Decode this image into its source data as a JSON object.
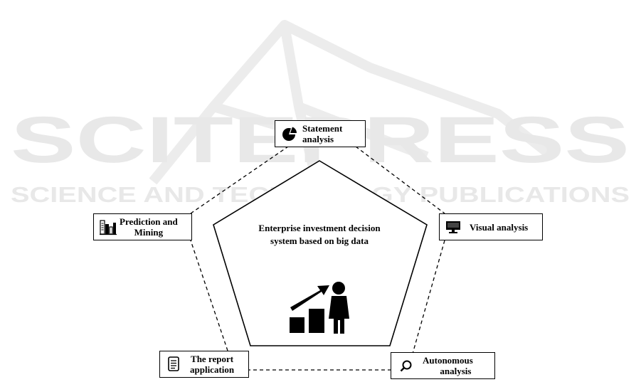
{
  "watermark": {
    "line1": "SCITEPRESS",
    "line2": "SCIENCE AND TECHNOLOGY PUBLICATIONS",
    "color": "#e6e6e6"
  },
  "center": {
    "title_line1": "Enterprise investment decision",
    "title_line2": "system based on big data",
    "icon": "growth-person-icon"
  },
  "nodes": {
    "statement": {
      "line1": "Statement",
      "line2": "analysis",
      "icon": "pie-chart-icon"
    },
    "visual": {
      "line1": "Visual analysis",
      "icon": "monitor-icon"
    },
    "autonomous": {
      "line1": "Autonomous",
      "line2": "analysis",
      "icon": "magnifier-icon"
    },
    "report": {
      "line1": "The report",
      "line2": "application",
      "icon": "document-icon"
    },
    "prediction": {
      "line1": "Prediction and",
      "line2": "Mining",
      "icon": "buildings-icon"
    }
  },
  "colors": {
    "ink": "#000000",
    "background": "#ffffff"
  }
}
